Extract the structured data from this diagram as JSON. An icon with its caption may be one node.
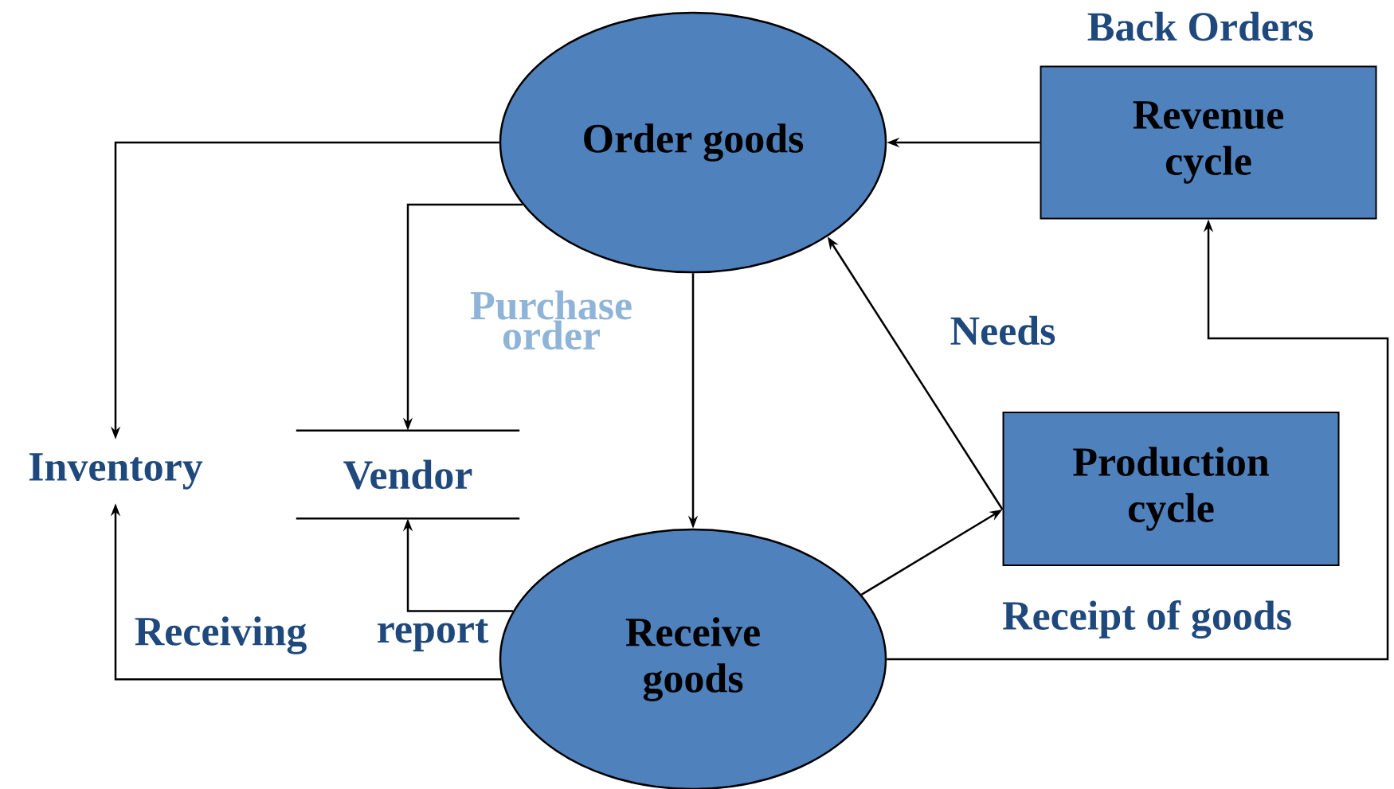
{
  "diagram": {
    "nodes": [
      {
        "text": [
          "Order goods"
        ]
      },
      {
        "text": [
          "Revenue cycle"
        ],
        "beside": [
          "Back Orders"
        ]
      },
      {
        "text": [
          "Inventory"
        ]
      },
      {
        "text": [
          "Vendor"
        ]
      },
      {
        "text": [
          "Production cycle"
        ]
      },
      {
        "text": [
          "Receive goods"
        ]
      }
    ],
    "edges": [
      {
        "from": 0,
        "to": 2,
        "arrow": "to"
      },
      {
        "from": 0,
        "to": 3,
        "arrow": "to"
      },
      {
        "from": 0,
        "to": 5,
        "arrow": "to"
      },
      {
        "from": 1,
        "to": 0,
        "arrow": "to"
      },
      {
        "from": 4,
        "to": 0,
        "arrow": "to",
        "label": "Needs"
      },
      {
        "from": 5,
        "to": 4,
        "arrow": "to"
      },
      {
        "from": 5,
        "to": 1,
        "arrow": "to",
        "label": "Receipt of goods"
      },
      {
        "from": 5,
        "to": 3,
        "arrow": "to",
        "label": "report"
      },
      {
        "from": 5,
        "to": 2,
        "arrow": "to",
        "label": "Receiving"
      }
    ],
    "labels": [
      "Purchase order"
    ]
  }
}
